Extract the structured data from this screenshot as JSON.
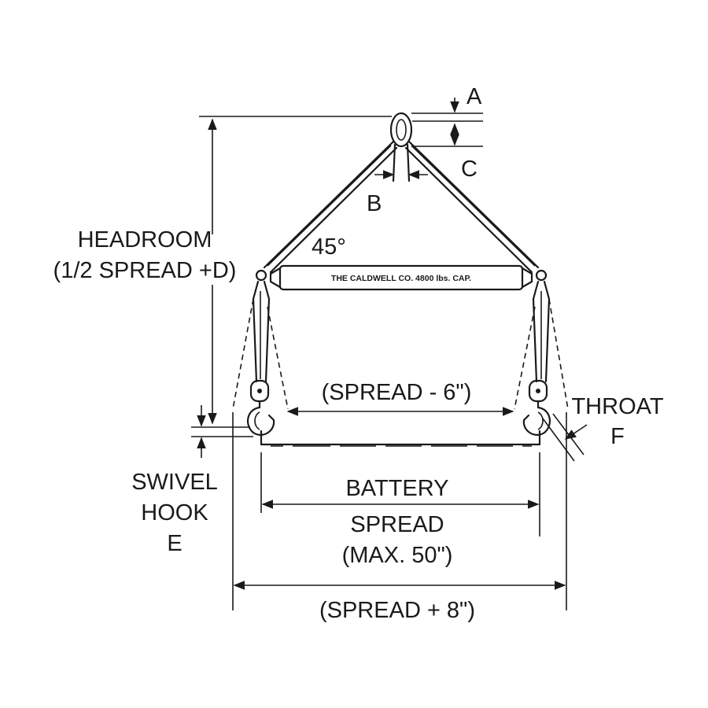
{
  "labels": {
    "a": "A",
    "b": "B",
    "c": "C",
    "headroom_line1": "HEADROOM",
    "headroom_line2": "(1/2 SPREAD +D)",
    "angle": "45°",
    "bar_text": "THE CALDWELL CO. 4800 lbs. CAP.",
    "spread_minus": "(SPREAD - 6\")",
    "throat_line1": "THROAT",
    "throat_line2": "F",
    "swivel_line1": "SWIVEL",
    "swivel_line2": "HOOK",
    "swivel_line3": "E",
    "battery_line1": "BATTERY",
    "battery_line2": "SPREAD",
    "battery_line3": "(MAX. 50\")",
    "spread_plus": "(SPREAD + 8\")"
  }
}
